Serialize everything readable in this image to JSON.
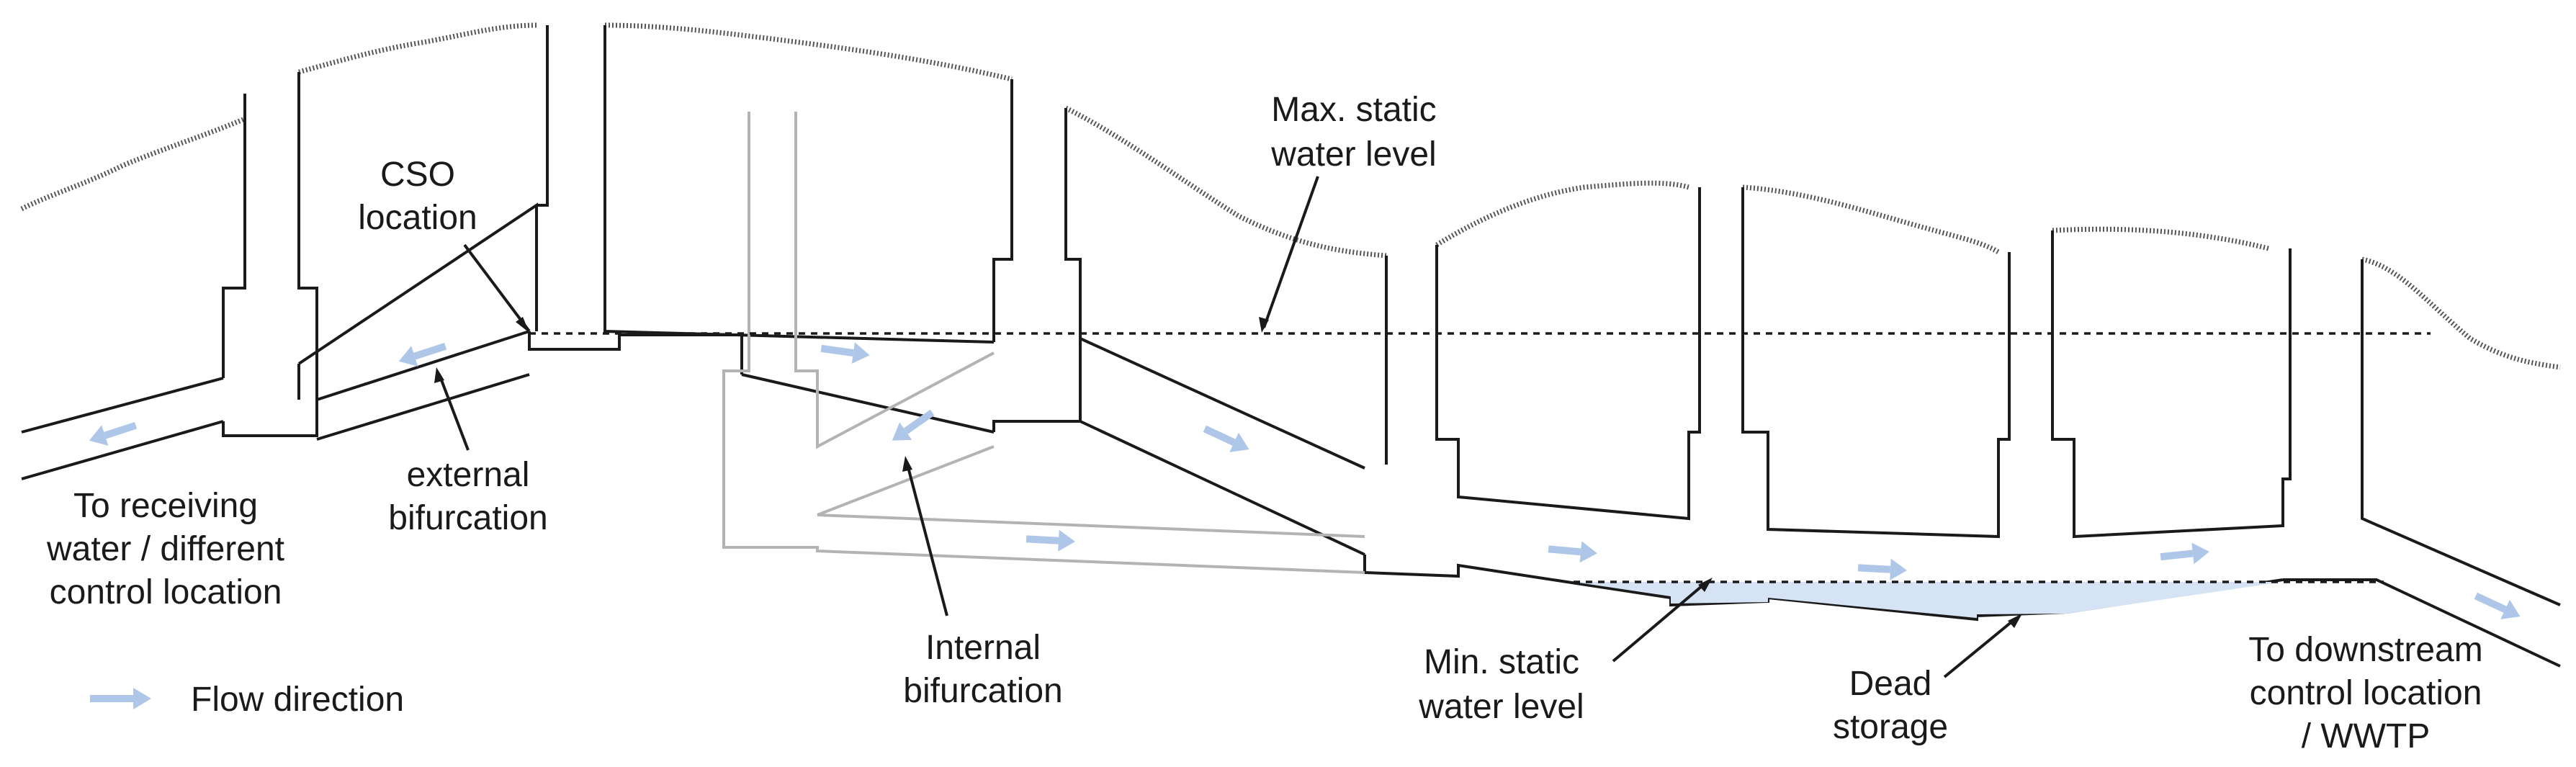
{
  "labels": {
    "cso_location_1": "CSO",
    "cso_location_2": "location",
    "max_static_1": "Max. static",
    "max_static_2": "water level",
    "external_1": "external",
    "external_2": "bifurcation",
    "receiving_1": "To receiving",
    "receiving_2": "water / different",
    "receiving_3": "control location",
    "internal_1": "Internal",
    "internal_2": "bifurcation",
    "min_static_1": "Min. static",
    "min_static_2": "water level",
    "dead_1": "Dead",
    "dead_2": "storage",
    "downstream_1": "To downstream",
    "downstream_2": "control location",
    "downstream_3": "/ WWTP",
    "legend_flow": "Flow direction"
  },
  "colors": {
    "flow_arrow": "#aec6e8",
    "dead_storage_fill": "#d6e3f5",
    "internal_pipe": "#b3b3b3",
    "structure_line": "#1a1a1a"
  }
}
